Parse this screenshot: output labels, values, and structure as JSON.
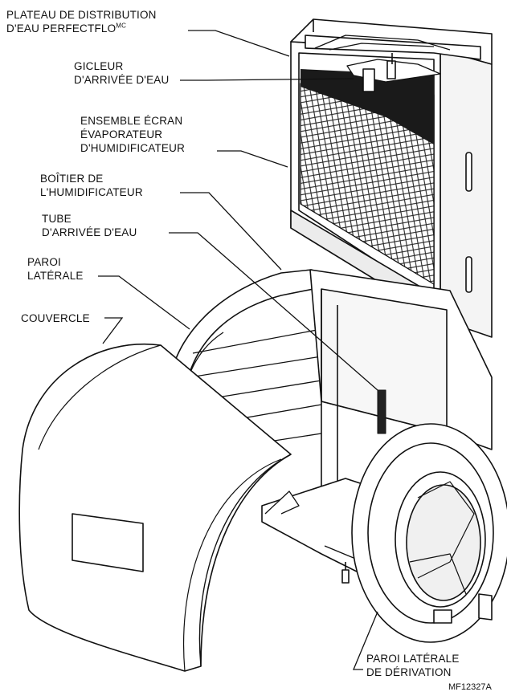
{
  "labels": {
    "plateau": {
      "line1": "PLATEAU DE DISTRIBUTION",
      "line2": "D'EAU PERFECTFLO",
      "sup": "MC"
    },
    "gicleur": {
      "line1": "GICLEUR",
      "line2": "D'ARRIVÉE D'EAU"
    },
    "ecran": {
      "line1": "ENSEMBLE ÉCRAN",
      "line2": "ÉVAPORATEUR",
      "line3": "D'HUMIDIFICATEUR"
    },
    "boitier": {
      "line1": "BOÎTIER DE",
      "line2": "L'HUMIDIFICATEUR"
    },
    "tube": {
      "line1": "TUBE",
      "line2": "D'ARRIVÉE D'EAU"
    },
    "paroi": {
      "line1": "PAROI",
      "line2": "LATÉRALE"
    },
    "couvercle": {
      "line1": "COUVERCLE"
    },
    "derivation": {
      "line1": "PAROI LATÉRALE",
      "line2": "DE DÉRIVATION"
    }
  },
  "figure_ref": "MF12327A"
}
